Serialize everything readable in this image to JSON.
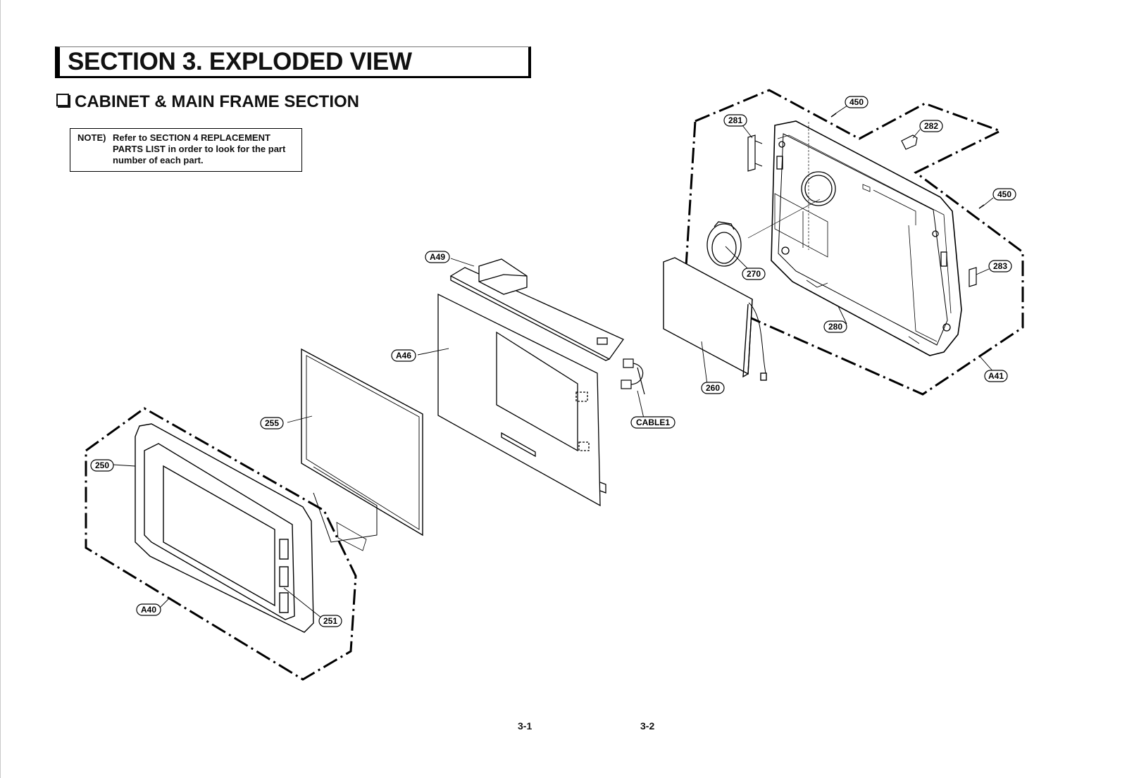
{
  "header": {
    "section_title": "SECTION 3. EXPLODED VIEW",
    "subsection_title": "CABINET & MAIN FRAME SECTION"
  },
  "note": {
    "prefix": "NOTE)",
    "text": "Refer to SECTION 4 REPLACEMENT PARTS LIST in order to look for the part number of each part."
  },
  "callouts": {
    "c450a": "450",
    "c281": "281",
    "c282": "282",
    "c450b": "450",
    "c283": "283",
    "c270": "270",
    "c280": "280",
    "cA41": "A41",
    "c260": "260",
    "cA49": "A49",
    "cA46": "A46",
    "cCABLE1": "CABLE1",
    "c255": "255",
    "c250": "250",
    "cA40": "A40",
    "c251": "251"
  },
  "footer": {
    "page_left": "3-1",
    "page_right": "3-2"
  }
}
